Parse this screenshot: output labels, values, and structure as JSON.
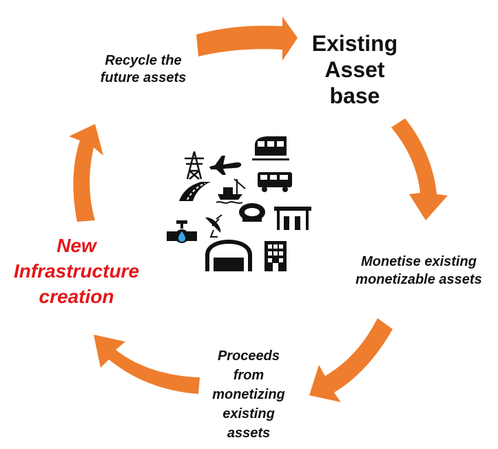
{
  "colors": {
    "arrow": "#ee7d2d",
    "accent_red": "#e3161a",
    "icon": "#111111"
  },
  "labels": {
    "existing": [
      "Existing",
      "Asset",
      "base"
    ],
    "monetise": [
      "Monetise existing",
      "monetizable assets"
    ],
    "proceeds": [
      "Proceeds",
      "from",
      "monetizing",
      "existing",
      "assets"
    ],
    "new_infra": [
      "New",
      "Infrastructure",
      "creation"
    ],
    "recycle": [
      "Recycle the",
      "future assets"
    ]
  },
  "icons": [
    "power-tower-icon",
    "airplane-icon",
    "train-icon",
    "road-icon",
    "ship-port-icon",
    "bus-icon",
    "stadium-icon",
    "fuel-station-icon",
    "water-valve-icon",
    "satellite-dish-icon",
    "warehouse-icon",
    "building-icon"
  ]
}
